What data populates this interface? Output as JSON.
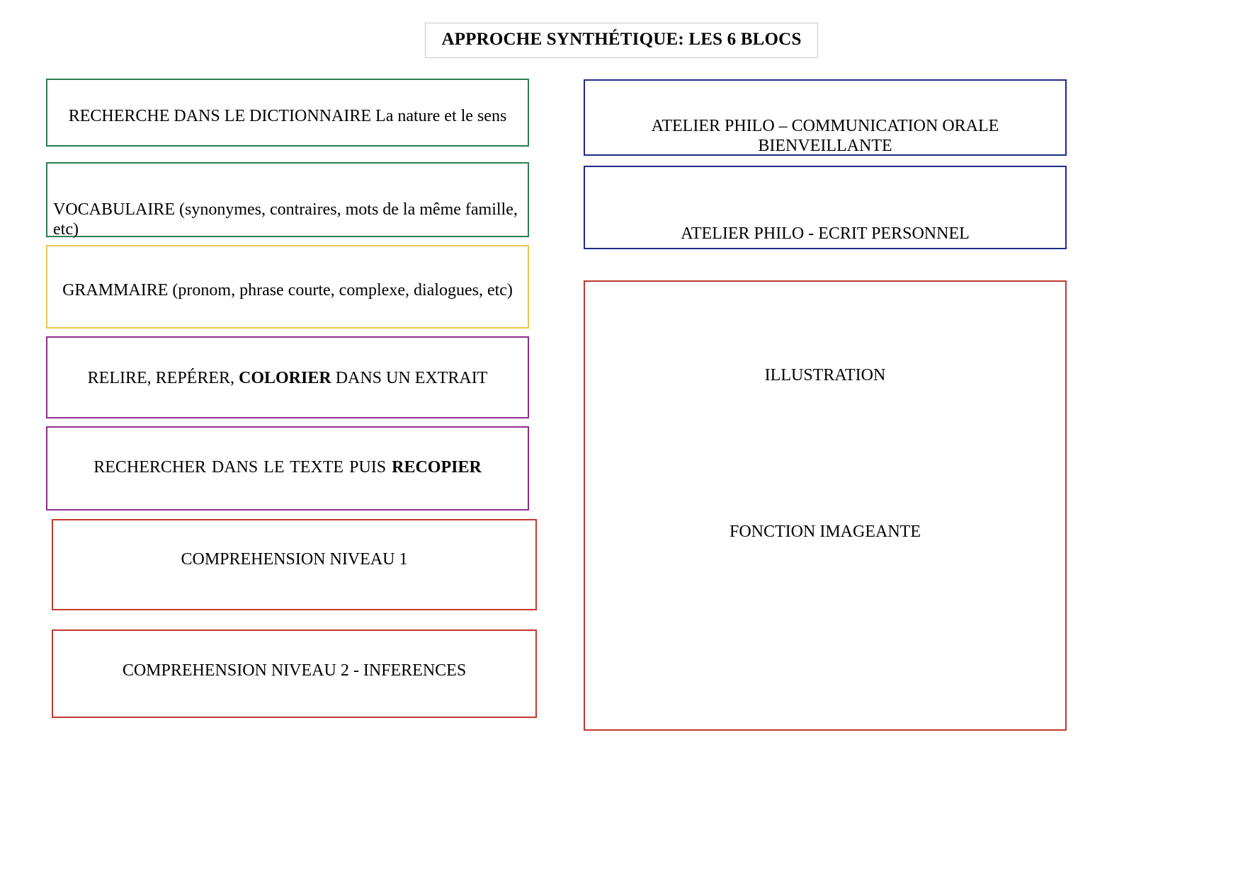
{
  "page": {
    "title": "APPROCHE SYNTHÉTIQUE: LES 6 BLOCS"
  },
  "colors": {
    "green": "#2e7d4f",
    "gold": "#e8c84b",
    "purple": "#8e2c8e",
    "red": "#c0392b",
    "navy": "#1f2a8a",
    "title_border": "#c9c9c9"
  },
  "left_column": {
    "blocks": [
      {
        "id": "recherche-dictionnaire",
        "border_color": "green",
        "text": "RECHERCHE DANS LE DICTIONNAIRE  La nature et le sens"
      },
      {
        "id": "vocabulaire",
        "border_color": "green",
        "text": "VOCABULAIRE (synonymes, contraires, mots de la même famille, etc)"
      },
      {
        "id": "grammaire",
        "border_color": "gold",
        "text": "GRAMMAIRE (pronom, phrase courte, complexe, dialogues, etc)"
      },
      {
        "id": "relire-reperer-colorier",
        "border_color": "purple",
        "text_prefix": "RELIRE,  REPÉRER,  ",
        "text_bold": "COLORIER",
        "text_suffix": " DANS UN EXTRAIT"
      },
      {
        "id": "rechercher-recopier",
        "border_color": "purple",
        "text_prefix": "RECHERCHER  DANS  LE  TEXTE  PUIS  ",
        "text_bold": "RECOPIER",
        "text_suffix": ""
      },
      {
        "id": "comprehension-niveau-1",
        "border_color": "red",
        "text": "COMPREHENSION  NIVEAU 1"
      },
      {
        "id": "comprehension-niveau-2",
        "border_color": "red",
        "text": "COMPREHENSION  NIVEAU 2 - INFERENCES"
      }
    ]
  },
  "right_column": {
    "blocks": [
      {
        "id": "atelier-philo-communication-orale",
        "border_color": "navy",
        "text": "ATELIER PHILO – COMMUNICATION ORALE BIENVEILLANTE"
      },
      {
        "id": "atelier-philo-ecrit-personnel",
        "border_color": "navy",
        "text": "ATELIER PHILO - ECRIT PERSONNEL"
      },
      {
        "id": "illustration-fonction-imageante",
        "border_color": "red",
        "text_line_1": "ILLUSTRATION",
        "text_line_2": "FONCTION IMAGEANTE"
      }
    ]
  }
}
